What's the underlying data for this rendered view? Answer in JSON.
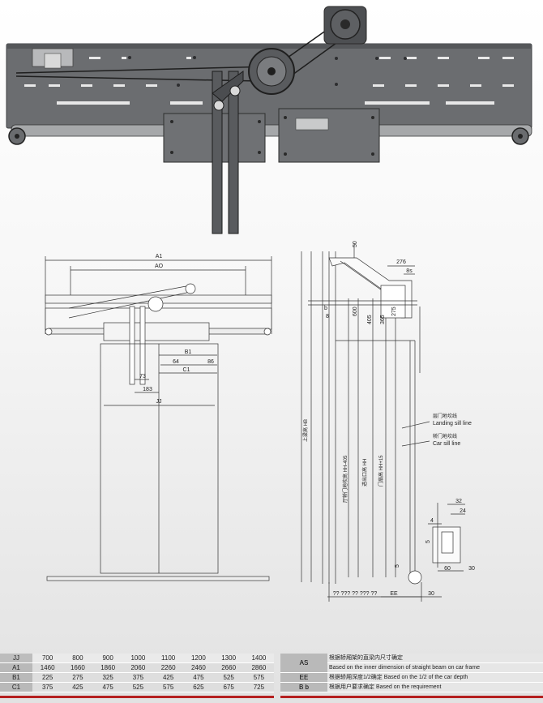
{
  "diagram": {
    "front_view": {
      "dimension_labels": {
        "a1": "A1",
        "ao": "AO",
        "b1": "B1",
        "c1": "C1",
        "jj": "JJ",
        "d64": "64",
        "d86": "86",
        "d73": "73",
        "d183": "183"
      }
    },
    "side_view": {
      "dimension_labels": {
        "d50": "50",
        "d276": "276",
        "d8s": "8s",
        "d600": "600",
        "d405": "405",
        "d365": "365",
        "d275": "275",
        "d8": "8",
        "b": "b",
        "hb_vertical": "上梁高 HB",
        "sill_height": "厅轿门地坎高 HH-405",
        "door_opening": "进出口高 HH",
        "door_height": "门扇高 HH+15",
        "landing_sill_cn": "层门地坎线",
        "landing_sill_en": "Landing sill line",
        "car_sill_cn": "轿门地坎线",
        "car_sill_en": "Car sill line",
        "d32": "32",
        "d24": "24",
        "d4": "4",
        "d5": "5",
        "d5b": "5",
        "d60": "60",
        "d30a": "30",
        "d30b": "30",
        "ee": "EE",
        "bottom_width": "?? ??? ?? ??? ??"
      }
    }
  },
  "spec_table": {
    "rows": [
      {
        "label": "JJ",
        "values": [
          "700",
          "800",
          "900",
          "1000",
          "1100",
          "1200",
          "1300",
          "1400"
        ]
      },
      {
        "label": "A1",
        "values": [
          "1460",
          "1660",
          "1860",
          "2060",
          "2260",
          "2460",
          "2660",
          "2860"
        ]
      },
      {
        "label": "B1",
        "values": [
          "225",
          "275",
          "325",
          "375",
          "425",
          "475",
          "525",
          "575"
        ]
      },
      {
        "label": "C1",
        "values": [
          "375",
          "425",
          "475",
          "525",
          "575",
          "625",
          "675",
          "725"
        ]
      }
    ]
  },
  "notes_table": {
    "rows": [
      {
        "key": "AS",
        "cn": "根据轿厢架的直梁内尺寸确定",
        "en": "Based on the inner dimension of straight beam on car frame"
      },
      {
        "key": "EE",
        "cn": "根据轿厢深度1/2确定",
        "en": "Based on the 1/2 of the car depth"
      },
      {
        "key": "B b",
        "cn": "根据用户要求确定",
        "en": "Based on the requirement"
      }
    ]
  },
  "colors": {
    "mechanism_body": "#6b6d70",
    "mechanism_dark": "#3f4144",
    "table_header": "#b9b9b9",
    "table_cell": "#dedede",
    "accent_red": "#b52020"
  }
}
